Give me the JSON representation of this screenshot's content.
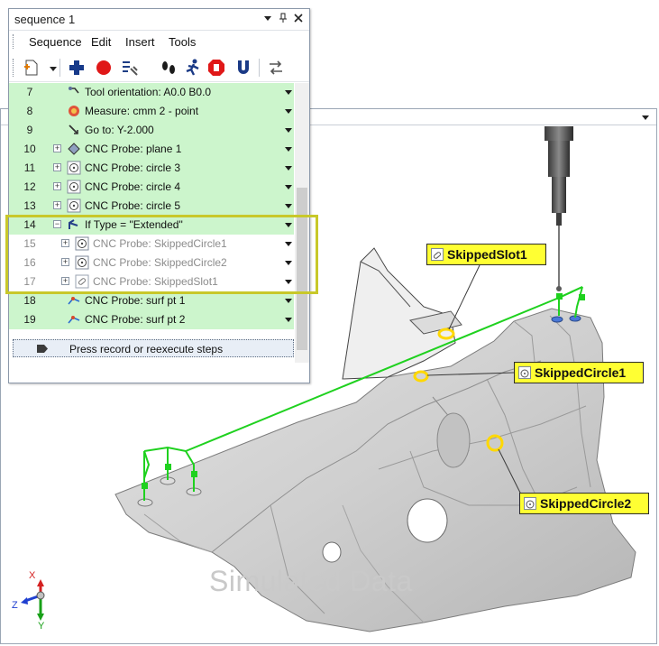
{
  "sequence_window": {
    "title": "sequence 1",
    "title_buttons": [
      "dropdown-arrow",
      "pin",
      "close"
    ],
    "menu": [
      "Sequence",
      "Edit",
      "Insert",
      "Tools"
    ],
    "toolbar": [
      "new-step-icon",
      "dropdown-icon",
      "add-icon",
      "record-icon",
      "step-list-icon",
      "run-steps-icon",
      "run-icon",
      "stop-icon",
      "magnet-icon",
      "swap-icon"
    ],
    "rows": [
      {
        "num": "7",
        "label": "Tool orientation: A0.0 B0.0",
        "icon": "tool-orientation-icon",
        "state": "active",
        "expandable": false
      },
      {
        "num": "8",
        "label": "Measure: cmm 2 - point",
        "icon": "measure-icon",
        "state": "active",
        "expandable": false
      },
      {
        "num": "9",
        "label": "Go to: Y-2.000",
        "icon": "goto-icon",
        "state": "active",
        "expandable": false
      },
      {
        "num": "10",
        "label": "CNC Probe: plane 1",
        "icon": "plane-icon",
        "state": "active",
        "expandable": true
      },
      {
        "num": "11",
        "label": "CNC Probe: circle 3",
        "icon": "circle-icon",
        "state": "active",
        "expandable": true
      },
      {
        "num": "12",
        "label": "CNC Probe: circle 4",
        "icon": "circle-icon",
        "state": "active",
        "expandable": true
      },
      {
        "num": "13",
        "label": "CNC Probe: circle 5",
        "icon": "circle-icon",
        "state": "active",
        "expandable": true
      },
      {
        "num": "14",
        "label": "If Type = \"Extended\"",
        "icon": "branch-icon",
        "state": "active",
        "expandable": true
      },
      {
        "num": "15",
        "label": "CNC Probe: SkippedCircle1",
        "icon": "circle-icon",
        "state": "skipped",
        "expandable": true
      },
      {
        "num": "16",
        "label": "CNC Probe: SkippedCircle2",
        "icon": "circle-icon",
        "state": "skipped",
        "expandable": true
      },
      {
        "num": "17",
        "label": "CNC Probe: SkippedSlot1",
        "icon": "slot-icon",
        "state": "skipped",
        "expandable": true
      },
      {
        "num": "18",
        "label": "CNC Probe: surf pt 1",
        "icon": "surface-point-icon",
        "state": "active",
        "expandable": false
      },
      {
        "num": "19",
        "label": "CNC Probe: surf pt 2",
        "icon": "surface-point-icon",
        "state": "active",
        "expandable": false
      }
    ],
    "record_hint": "Press record or reexecute steps"
  },
  "viewport": {
    "callouts": [
      {
        "label": "SkippedSlot1",
        "icon": "slot-icon"
      },
      {
        "label": "SkippedCircle1",
        "icon": "circle-icon"
      },
      {
        "label": "SkippedCircle2",
        "icon": "circle-icon"
      }
    ],
    "watermark": "Simulated Data",
    "axes": {
      "x": "X",
      "y": "Y",
      "z": "Z"
    }
  },
  "colors": {
    "active_row": "#ccf5cc",
    "skipped_text": "#8c8c8c",
    "highlight_border": "#c8c82a",
    "callout_bg": "#ffff33",
    "probe_path": "#1fd11f",
    "axis_x": "#d42020",
    "axis_y": "#18a018",
    "axis_z": "#2040d0"
  }
}
